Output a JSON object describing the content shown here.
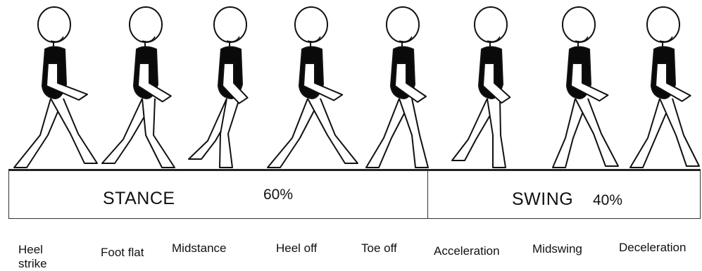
{
  "phases": {
    "stance": {
      "label": "STANCE",
      "percent": "60%"
    },
    "swing": {
      "label": "SWING",
      "percent": "40%"
    }
  },
  "subphases": [
    {
      "label_line1": "Heel",
      "label_line2": "strike"
    },
    {
      "label_line1": "Foot flat"
    },
    {
      "label_line1": "Midstance"
    },
    {
      "label_line1": "Heel off"
    },
    {
      "label_line1": "Toe off"
    },
    {
      "label_line1": "Acceleration"
    },
    {
      "label_line1": "Midswing"
    },
    {
      "label_line1": "Deceleration"
    }
  ],
  "colors": {
    "ink": "#111111",
    "torso": "#0a0a0a",
    "background": "#ffffff"
  }
}
